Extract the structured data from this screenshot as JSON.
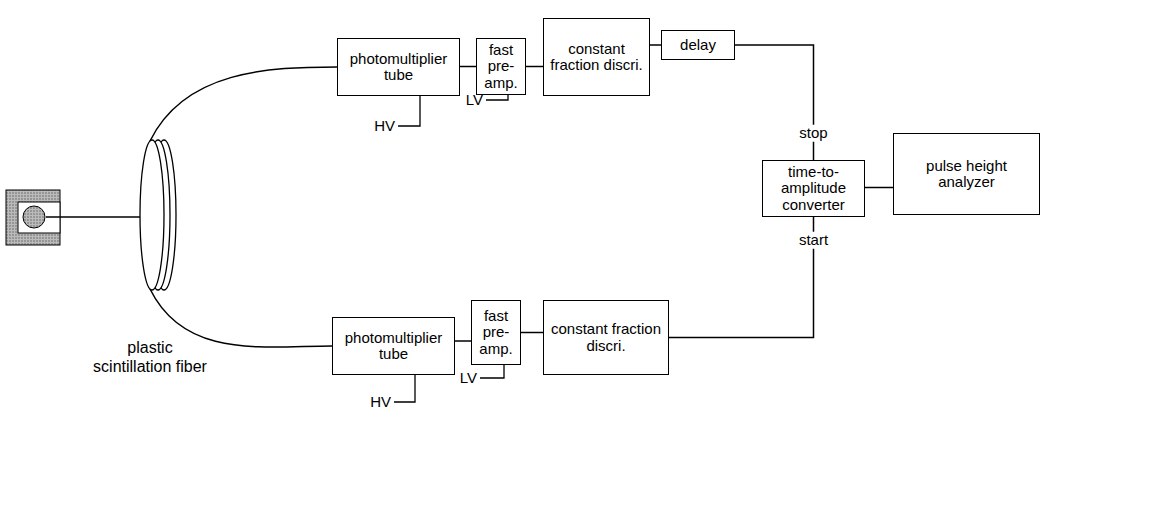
{
  "diagram": {
    "nodes": [
      {
        "text": [
          "photomultiplier tube"
        ]
      },
      {
        "text": [
          "fast pre-amp."
        ]
      },
      {
        "text": [
          "constant fraction discri."
        ]
      },
      {
        "text": [
          "delay"
        ]
      },
      {
        "text": [
          "time-to-amplitude converter"
        ]
      },
      {
        "text": [
          "pulse height analyzer"
        ]
      },
      {
        "text": [
          "photomultiplier tube"
        ]
      },
      {
        "text": [
          "fast pre-amp."
        ]
      },
      {
        "text": [
          "constant fraction discri."
        ]
      }
    ],
    "edges": [
      {
        "from": 0,
        "to": 1,
        "arrow": "none"
      },
      {
        "from": 1,
        "to": 2,
        "arrow": "none"
      },
      {
        "from": 2,
        "to": 3,
        "arrow": "none"
      },
      {
        "from": 3,
        "to": 4,
        "label": "stop",
        "arrow": "none"
      },
      {
        "from": 4,
        "to": 5,
        "arrow": "none"
      },
      {
        "from": 6,
        "to": 7,
        "arrow": "none"
      },
      {
        "from": 7,
        "to": 8,
        "arrow": "none"
      },
      {
        "from": 8,
        "to": 4,
        "label": "start",
        "arrow": "none"
      }
    ],
    "labels": [
      "HV",
      "LV",
      "HV",
      "LV",
      "plastic scintillation fiber"
    ]
  }
}
